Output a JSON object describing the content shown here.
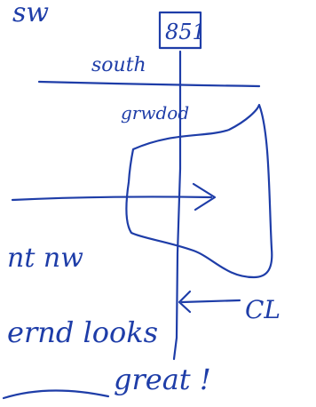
{
  "notes": {
    "corner": "sw",
    "box_number": "851",
    "south": "south",
    "area_label": "grwdod",
    "cut_text": "nt nw",
    "centerline": "CL",
    "line1": "ernd looks",
    "line2": "great !"
  },
  "colors": {
    "ink": "#1e3da8",
    "paper": "#ffffff"
  }
}
